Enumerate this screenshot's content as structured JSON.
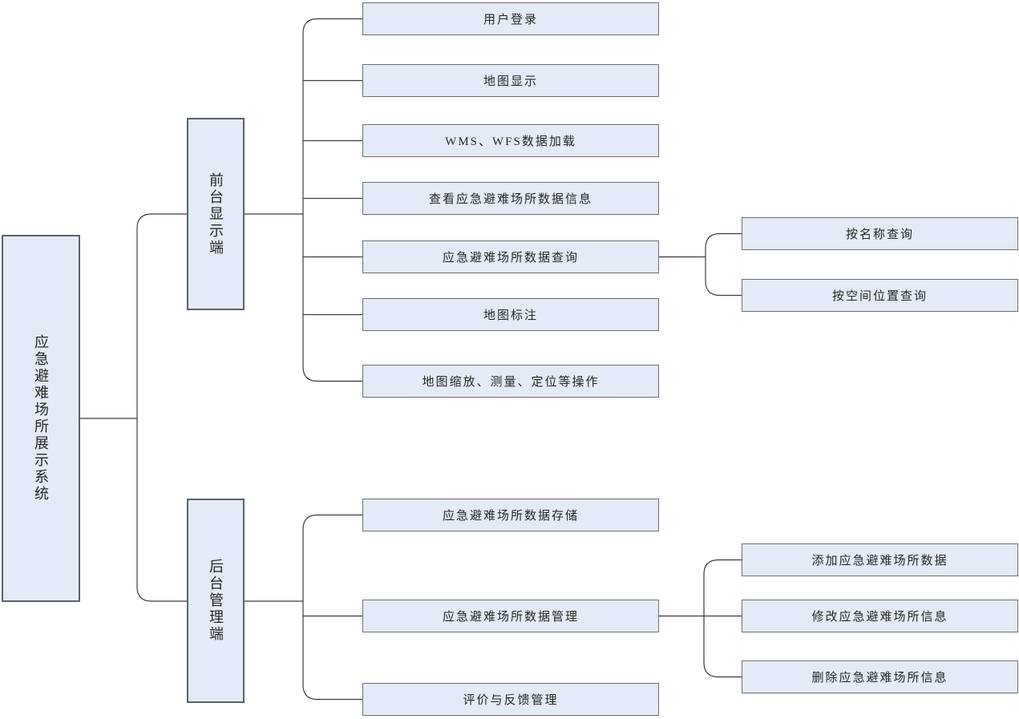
{
  "diagram": {
    "colors": {
      "node_fill": "#e4ebf7",
      "node_border": "#6e6e6e",
      "line": "#3c3c3c",
      "page_bg": "#ffffff"
    },
    "root": {
      "label": "应急避难场所展示系统"
    },
    "branches": [
      {
        "label": "前台显示端",
        "children": [
          {
            "label": "用户登录"
          },
          {
            "label": "地图显示"
          },
          {
            "label": "WMS、WFS数据加载"
          },
          {
            "label": "查看应急避难场所数据信息"
          },
          {
            "label": "应急避难场所数据查询",
            "children": [
              {
                "label": "按名称查询"
              },
              {
                "label": "按空间位置查询"
              }
            ]
          },
          {
            "label": "地图标注"
          },
          {
            "label": "地图缩放、测量、定位等操作"
          }
        ]
      },
      {
        "label": "后台管理端",
        "children": [
          {
            "label": "应急避难场所数据存储"
          },
          {
            "label": "应急避难场所数据管理",
            "children": [
              {
                "label": "添加应急避难场所数据"
              },
              {
                "label": "修改应急避难场所信息"
              },
              {
                "label": "删除应急避难场所信息"
              }
            ]
          },
          {
            "label": "评价与反馈管理"
          }
        ]
      }
    ]
  }
}
